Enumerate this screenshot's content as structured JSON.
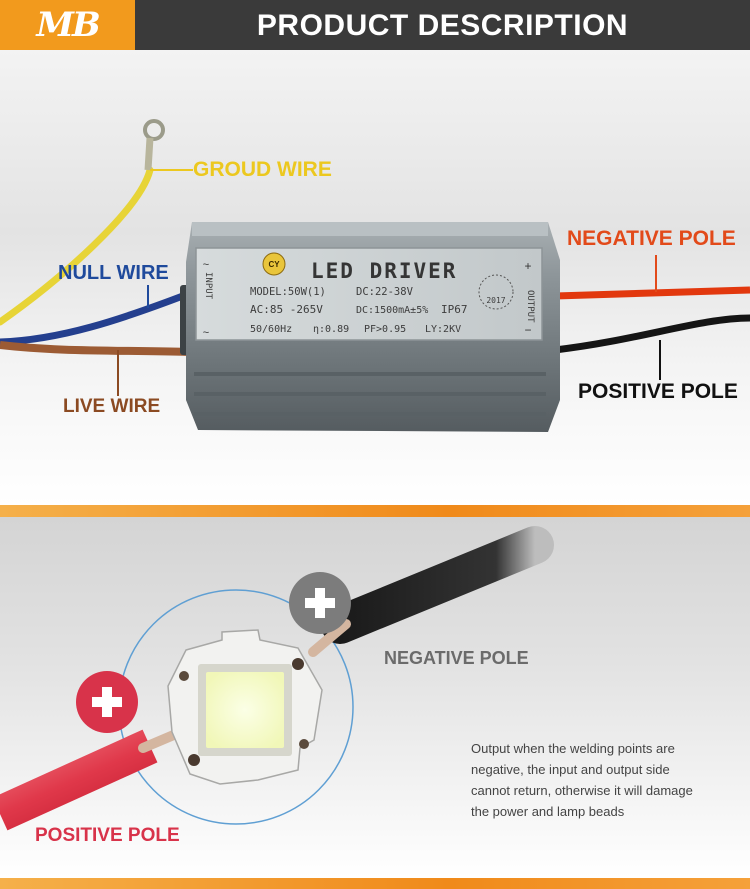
{
  "header": {
    "logo_text": "MB",
    "title": "PRODUCT DESCRIPTION"
  },
  "driver_labels": {
    "ground_wire": "GROUD WIRE",
    "null_wire": "NULL WIRE",
    "live_wire": "LIVE WIRE",
    "negative_pole": "NEGATIVE POLE",
    "positive_pole": "POSITIVE POLE"
  },
  "driver_body": {
    "title": "LED DRIVER",
    "brand": "CY",
    "model": "MODEL:50W(1)",
    "dc_voltage": "DC:22-38V",
    "ac_voltage": "AC:85 -265V",
    "dc_current": "DC:1500mA±5%",
    "ip_rating": "IP67",
    "frequency": "50/60Hz",
    "efficiency": "η:0.89",
    "power_factor": "PF>0.95",
    "ly": "LY:2KV",
    "year": "2017",
    "input_label": "INPUT",
    "output_label": "OUTPUT"
  },
  "chip_labels": {
    "negative_pole": "NEGATIVE POLE",
    "positive_pole": "POSITIVE POLE",
    "note_lines": [
      "Output when the welding points are",
      "negative, the input and output side",
      "cannot return, otherwise it will damage",
      "the power and lamp beads"
    ]
  },
  "colors": {
    "brand_orange": "#f29a1d",
    "header_bg": "#3a3a3a",
    "ground_wire": "#ecc81f",
    "null_wire": "#1f4a9c",
    "live_wire": "#8b4a22",
    "negative_pole": "#e24a1a",
    "positive_pole_bottom": "#d8334a"
  },
  "icons": {
    "positive_badge": "plus-icon",
    "negative_badge": "plus-icon"
  }
}
